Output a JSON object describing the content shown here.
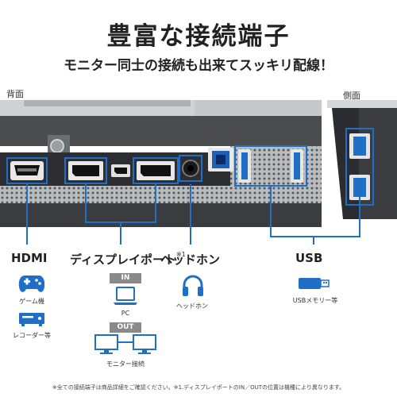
{
  "title": "豊富な接続端子",
  "subtitle": "モニター同士の接続も出来てスッキリ配線！",
  "views": {
    "back": "背面",
    "side": "側面"
  },
  "connectors": {
    "hdmi": {
      "label": "HDMI",
      "uses": [
        {
          "caption": "ゲーム機",
          "icon": "gamepad-icon"
        },
        {
          "caption": "レコーダー等",
          "icon": "recorder-icon"
        }
      ]
    },
    "displayport": {
      "label": "ディスプレイポート",
      "note_mark": "※1",
      "in_tag": "IN",
      "in_caption": "PC",
      "out_tag": "OUT",
      "out_caption": "モニター接続"
    },
    "headphone": {
      "label": "ヘッドホン",
      "caption": "ヘッドホン"
    },
    "usb": {
      "label": "USB",
      "caption": "USBメモリー等"
    }
  },
  "footnote": "※全ての接続端子は商品詳細をご確認ください。※1.ディスプレイポートのIN／OUTの位置は機種により異なります。",
  "colors": {
    "accent": "#1f6fc6",
    "panel": "#3b3d40",
    "metal": "#bfc3c6"
  }
}
